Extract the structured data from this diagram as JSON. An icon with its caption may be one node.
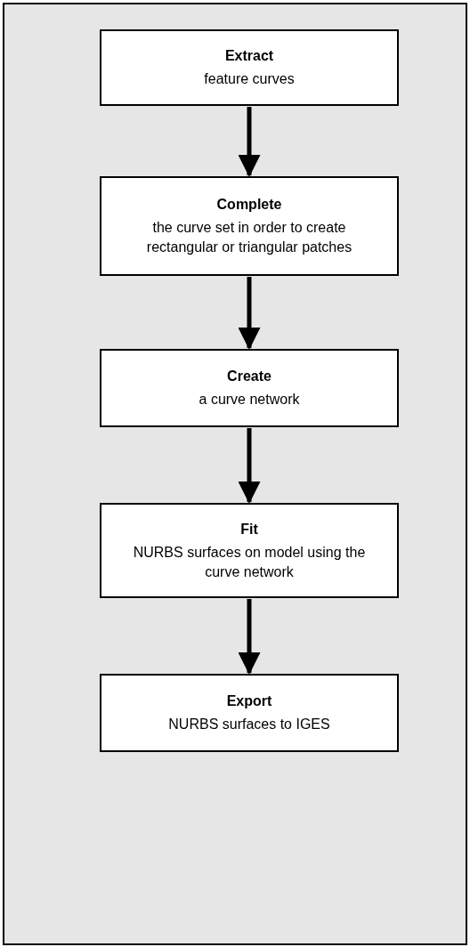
{
  "diagram": {
    "nodes": [
      {
        "text": [
          "Extract",
          "feature curves"
        ]
      },
      {
        "text": [
          "Complete",
          "the curve set in order to create rectangular or triangular patches"
        ]
      },
      {
        "text": [
          "Create",
          "a curve network"
        ]
      },
      {
        "text": [
          "Fit",
          "NURBS surfaces on model using the curve network"
        ]
      },
      {
        "text": [
          "Export",
          "NURBS surfaces to IGES"
        ]
      }
    ],
    "edges": [
      {
        "from": 0,
        "to": 1,
        "arrow": "to"
      },
      {
        "from": 1,
        "to": 2,
        "arrow": "to"
      },
      {
        "from": 2,
        "to": 3,
        "arrow": "to"
      },
      {
        "from": 3,
        "to": 4,
        "arrow": "to"
      }
    ]
  }
}
